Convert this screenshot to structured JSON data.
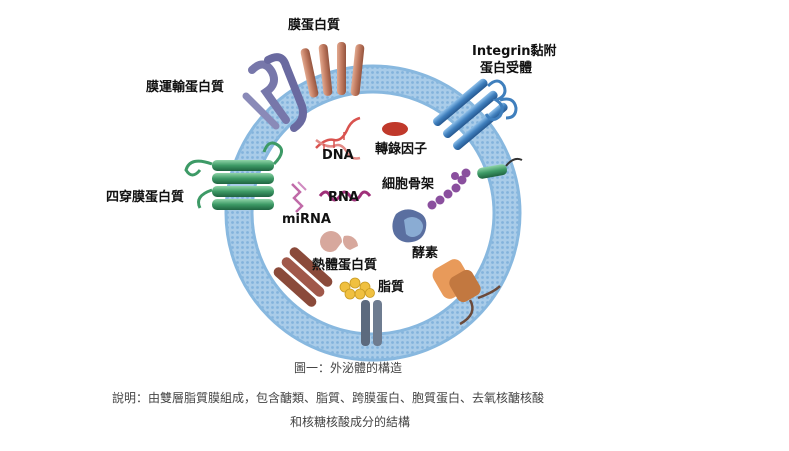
{
  "labels": {
    "membrane_protein": "膜蛋白質",
    "integrin": "Integrin黏附",
    "integrin_line2": "蛋白受體",
    "transport_protein": "膜運輸蛋白質",
    "dna": "DNA",
    "transcription_factor": "轉錄因子",
    "cytoskeleton": "細胞骨架",
    "tetraspanin": "四穿膜蛋白質",
    "rna": "RNA",
    "mirna": "miRNA",
    "enzyme": "酵素",
    "heat_shock_protein": "熱體蛋白質",
    "lipid": "脂質"
  },
  "caption": {
    "title": "圖一：外泌體的構造",
    "line1": "說明：由雙層脂質膜組成，包含醣類、脂質、跨膜蛋白、胞質蛋白、去氧核醣核酸",
    "line2": "和核糖核酸成分的結構"
  },
  "colors": {
    "membrane": "#a9cce9",
    "membrane_dots": "#7fb0da",
    "membrane_protein": "#c98a72",
    "integrin": "#4a86bd",
    "transport": "#7777aa",
    "tetraspanin": "#3d9a66",
    "dna": "#d9534f",
    "transcription_factor": "#c0392b",
    "rna": "#a0307a",
    "cytoskeleton": "#8a4f9e",
    "enzyme": "#5a6fa0",
    "heat_shock": "#d7a89d",
    "lipid": "#f0c040"
  }
}
